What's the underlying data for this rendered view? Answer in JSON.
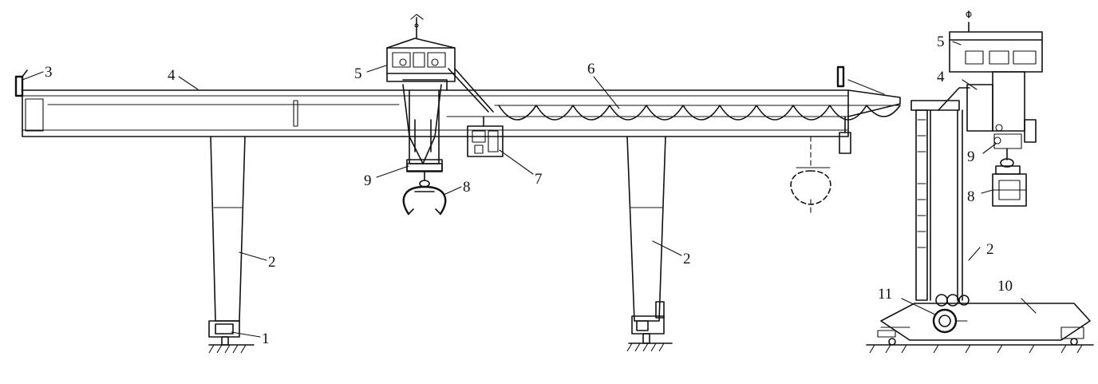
{
  "labels": {
    "l1": "1",
    "l2a": "2",
    "l2b": "2",
    "l2c": "2",
    "l3": "3",
    "l4a": "4",
    "l4b": "4",
    "l5a": "5",
    "l5b": "5",
    "l6": "6",
    "l7": "7",
    "l8a": "8",
    "l8b": "8",
    "l9a": "9",
    "l9b": "9",
    "l10": "10",
    "l11": "11"
  }
}
